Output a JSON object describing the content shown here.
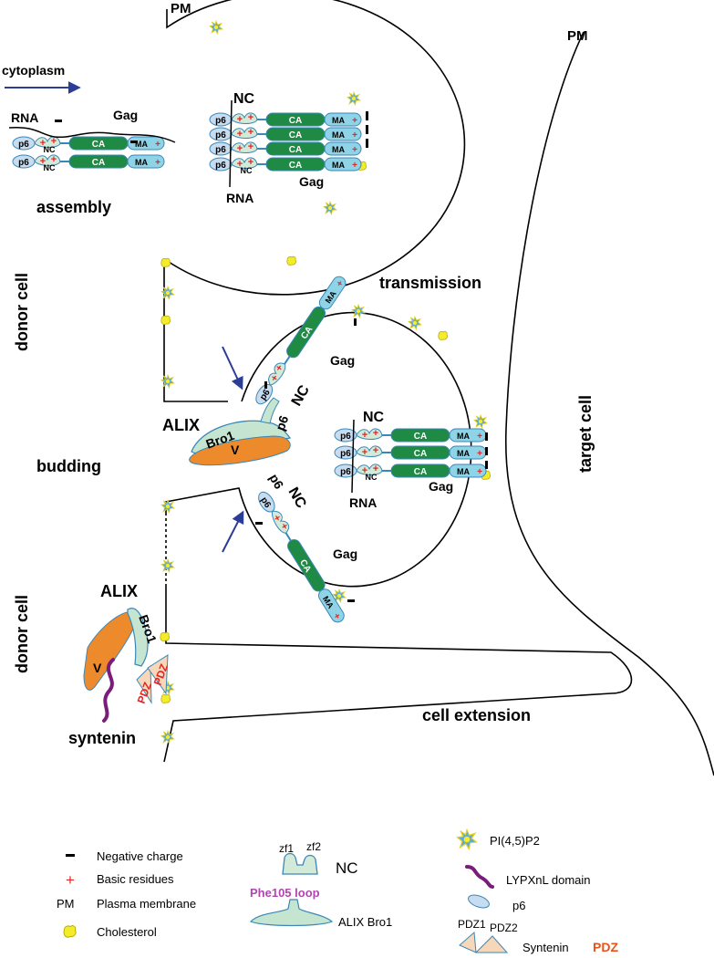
{
  "labels": {
    "pm_top": "PM",
    "pm_right": "PM",
    "cytoplasm": "cytoplasm",
    "assembly": "assembly",
    "donor_cell_1": "donor cell",
    "donor_cell_2": "donor cell",
    "transmission": "transmission",
    "target_cell": "target cell",
    "budding": "budding",
    "cell_extension": "cell extension",
    "alix_1": "ALIX",
    "alix_2": "ALIX",
    "syntenin": "syntenin"
  },
  "gag": {
    "rna": "RNA",
    "gag": "Gag",
    "nc": "NC",
    "ca": "CA",
    "ma": "MA",
    "p6": "p6",
    "bro1": "Bro1",
    "v": "V",
    "pdz": "PDZ",
    "plus": "+"
  },
  "legend": {
    "negative": "Negative charge",
    "basic": "Basic residues",
    "pm_abbr": "PM",
    "pm_full": "Plasma membrane",
    "cholesterol": "Cholesterol",
    "zf1": "zf1",
    "zf2": "zf2",
    "nc": "NC",
    "phe105": "Phe105 loop",
    "alix_bro1": "ALIX Bro1",
    "pip2": "PI(4,5)P2",
    "lypx": "LYPXnL domain",
    "p6": "p6",
    "pdz1": "PDZ1",
    "pdz2": "PDZ2",
    "syntenin": "Syntenin",
    "syntenin_pdz": "PDZ"
  },
  "colors": {
    "ca_green": "#1f8a43",
    "ma_blue": "#8fd3e6",
    "p6_fill": "#c8dcef",
    "nc_fill": "#d3ead9",
    "alix_v": "#ec8a2c",
    "pdz_fill": "#f6d7b9",
    "plus_red": "#e22424",
    "syntenin_purple": "#7a1c7a",
    "phe_loop": "#b046b0",
    "arrow_blue": "#2b3d96",
    "chol_yellow": "#f2ec2a",
    "pip2_blue": "#5fa8d8"
  }
}
